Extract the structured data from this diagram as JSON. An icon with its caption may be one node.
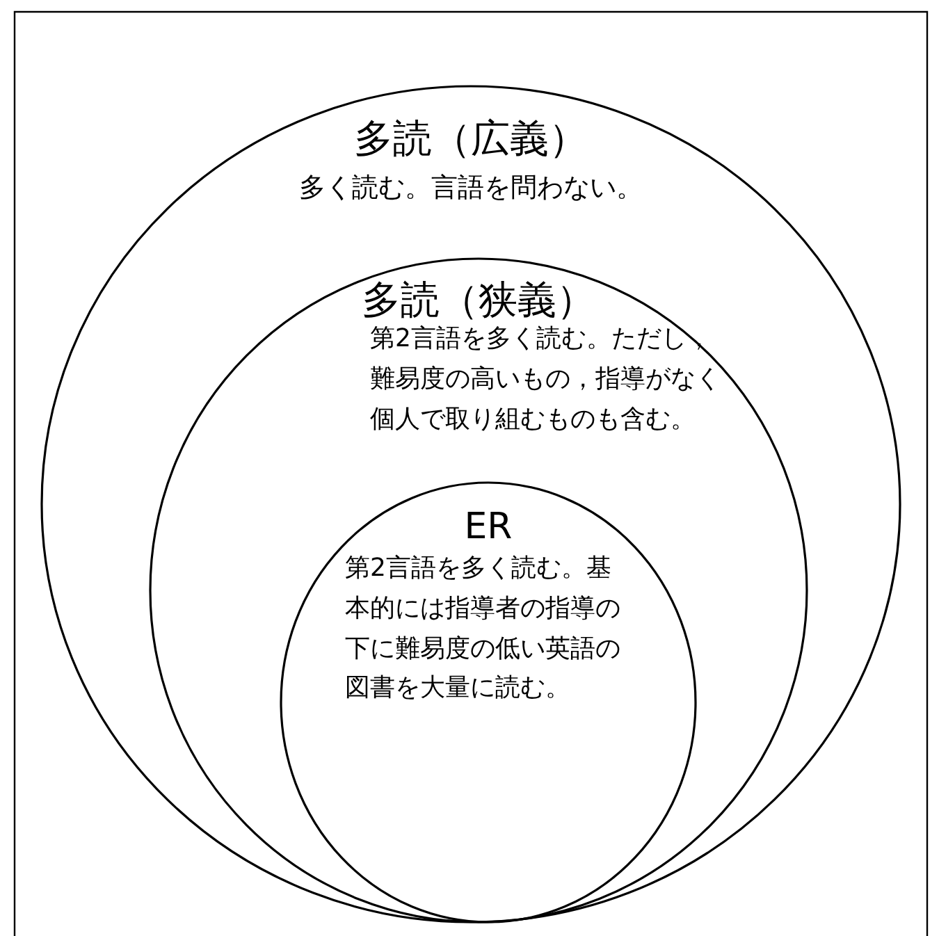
{
  "diagram": {
    "nodes": [
      {
        "text": [
          "多読（広義）",
          "多く読む。言語を問わない。"
        ]
      },
      {
        "text": [
          "多読（狭義）",
          "第2言語を多く読む。ただし，難易度の高いもの，指導がなく個人で取り組むものも含む。"
        ],
        "in": 0
      },
      {
        "text": [
          "ER",
          "第2言語を多く読む。基本的には指導者の指導の下に難易度の低い英語の図書を大量に読む。"
        ],
        "in": 1
      }
    ]
  }
}
